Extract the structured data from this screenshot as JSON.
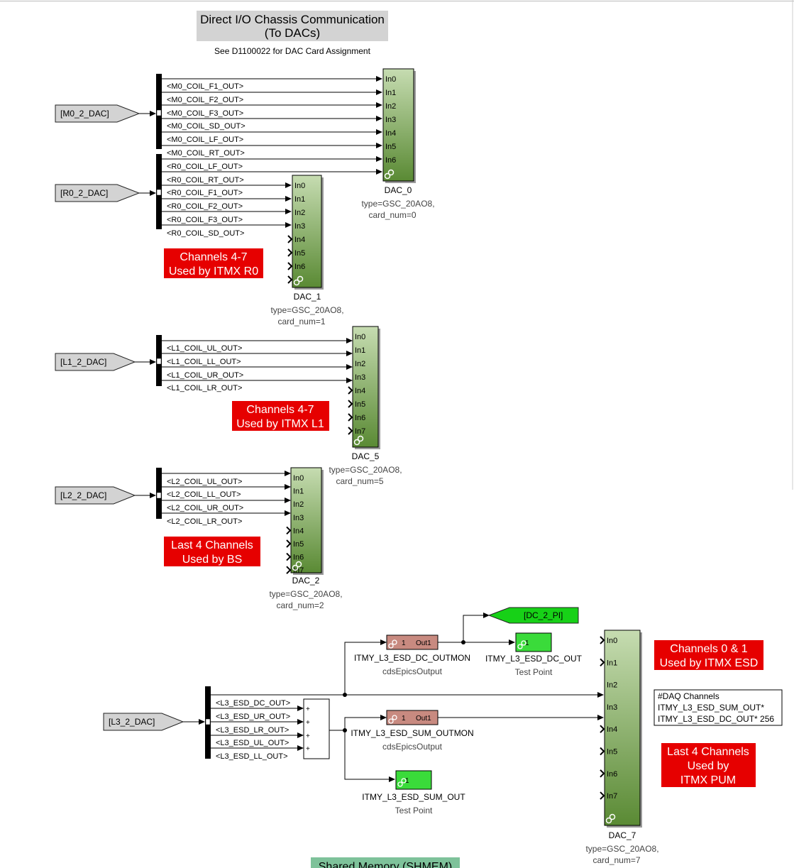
{
  "header": {
    "title_line1": "Direct I/O Chassis Communication",
    "title_line2": "(To DACs)",
    "subtitle": "See D1100022 for DAC Card Assignment"
  },
  "footer_label": "Shared Memory (SHMEM)",
  "colors": {
    "dac_block_top": "#c6dcb1",
    "dac_block_bottom": "#5a8a34",
    "from_tag": "#d3d3d3",
    "goto_tag": "#17d117",
    "testpoint": "#3adb3a",
    "epics_block": "#c88a80",
    "red_note": "#e60000",
    "title_bg": "#d3d3d3",
    "footer_bg": "#7ec29a"
  },
  "dac_blocks": [
    {
      "name": "DAC_0",
      "type": "type=GSC_20AO8,",
      "card": "card_num=0",
      "ports": [
        "In0",
        "In1",
        "In2",
        "In3",
        "In4",
        "In5",
        "In6",
        ""
      ]
    },
    {
      "name": "DAC_1",
      "type": "type=GSC_20AO8,",
      "card": "card_num=1",
      "ports": [
        "In0",
        "In1",
        "In2",
        "In3",
        "In4",
        "In5",
        "In6",
        ""
      ]
    },
    {
      "name": "DAC_5",
      "type": "type=GSC_20AO8,",
      "card": "card_num=5",
      "ports": [
        "In0",
        "In1",
        "In2",
        "In3",
        "In4",
        "In5",
        "In6",
        "In7"
      ]
    },
    {
      "name": "DAC_2",
      "type": "type=GSC_20AO8,",
      "card": "card_num=2",
      "ports": [
        "In0",
        "In1",
        "In2",
        "In3",
        "In4",
        "In5",
        "In6",
        "In7"
      ]
    },
    {
      "name": "DAC_7",
      "type": "type=GSC_20AO8,",
      "card": "card_num=7",
      "ports": [
        "In0",
        "In1",
        "In2",
        "In3",
        "In4",
        "In5",
        "In6",
        "In7"
      ]
    }
  ],
  "from_tags": {
    "m0": "[M0_2_DAC]",
    "r0": "[R0_2_DAC]",
    "l1": "[L1_2_DAC]",
    "l2": "[L2_2_DAC]",
    "l3": "[L3_2_DAC]"
  },
  "signals": {
    "m0": [
      "<M0_COIL_F1_OUT>",
      "<M0_COIL_F2_OUT>",
      "<M0_COIL_F3_OUT>",
      "<M0_COIL_SD_OUT>",
      "<M0_COIL_LF_OUT>",
      "<M0_COIL_RT_OUT>"
    ],
    "r0": [
      "<R0_COIL_LF_OUT>",
      "<R0_COIL_RT_OUT>",
      "<R0_COIL_F1_OUT>",
      "<R0_COIL_F2_OUT>",
      "<R0_COIL_F3_OUT>",
      "<R0_COIL_SD_OUT>"
    ],
    "l1": [
      "<L1_COIL_UL_OUT>",
      "<L1_COIL_LL_OUT>",
      "<L1_COIL_UR_OUT>",
      "<L1_COIL_LR_OUT>"
    ],
    "l2": [
      "<L2_COIL_UL_OUT>",
      "<L2_COIL_LL_OUT>",
      "<L2_COIL_UR_OUT>",
      "<L2_COIL_LR_OUT>"
    ],
    "l3": [
      "<L3_ESD_DC_OUT>",
      "<L3_ESD_UR_OUT>",
      "<L3_ESD_LR_OUT>",
      "<L3_ESD_UL_OUT>",
      "<L3_ESD_LL_OUT>"
    ]
  },
  "notes": {
    "r0": [
      "Channels 4-7",
      "Used by ITMX R0"
    ],
    "l1": [
      "Channels 4-7",
      "Used by ITMX L1"
    ],
    "bs": [
      "Last 4 Channels",
      "Used by BS"
    ],
    "esd": [
      "Channels 0 & 1",
      "Used by ITMX ESD"
    ],
    "pum": [
      "Last 4 Channels",
      "Used by",
      "ITMX PUM"
    ]
  },
  "daq_box": [
    "#DAQ Channels",
    "ITMY_L3_ESD_SUM_OUT*",
    "ITMY_L3_ESD_DC_OUT* 256"
  ],
  "goto_tag": "[DC_2_PI]",
  "epics_blocks": [
    {
      "in": "1",
      "out": "Out1",
      "name": "ITMY_L3_ESD_DC_OUTMON",
      "lib": "cdsEpicsOutput"
    },
    {
      "in": "1",
      "out": "Out1",
      "name": "ITMY_L3_ESD_SUM_OUTMON",
      "lib": "cdsEpicsOutput"
    }
  ],
  "testpoints": [
    {
      "port": "1",
      "name": "ITMY_L3_ESD_DC_OUT",
      "lib": "Test Point"
    },
    {
      "port": "1",
      "name": "ITMY_L3_ESD_SUM_OUT",
      "lib": "Test Point"
    }
  ],
  "sum_signs": [
    "+",
    "+",
    "+",
    "+"
  ]
}
